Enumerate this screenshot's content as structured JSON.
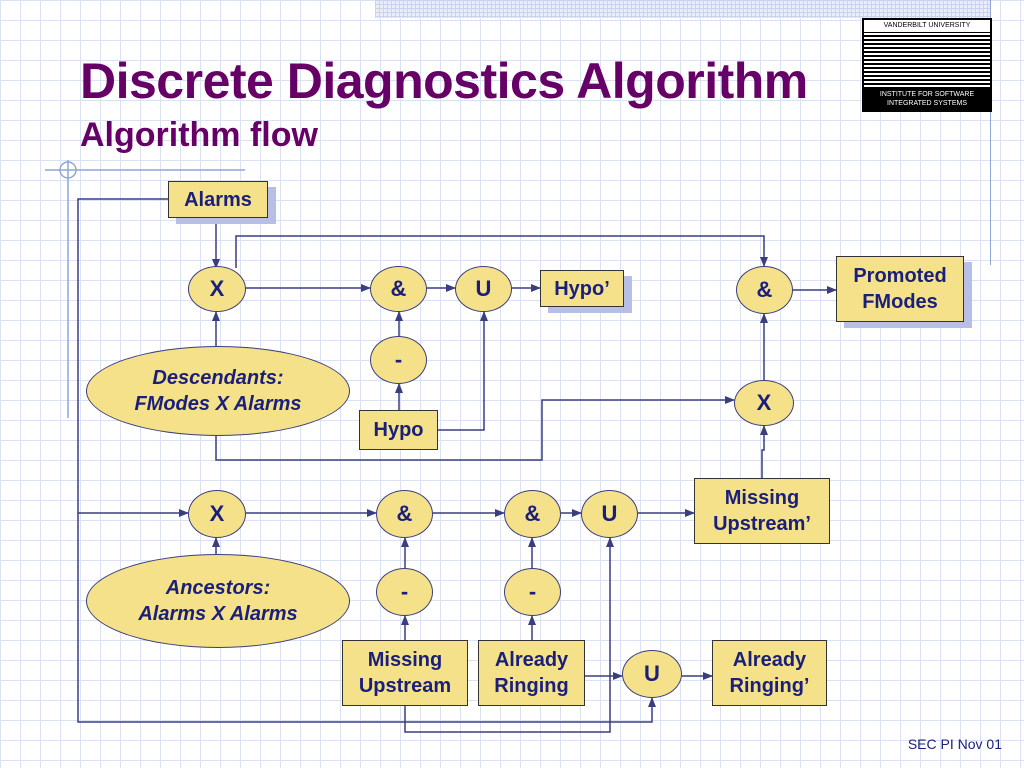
{
  "slide": {
    "title": "Discrete Diagnostics Algorithm",
    "subtitle": "Algorithm flow",
    "footer": "SEC PI  Nov 01"
  },
  "logo": {
    "top_text": "VANDERBILT UNIVERSITY",
    "bottom_line1": "INSTITUTE FOR SOFTWARE",
    "bottom_line2": "INTEGRATED SYSTEMS"
  },
  "nodes": {
    "alarms": "Alarms",
    "x_top": "X",
    "and_top": "&",
    "union_top": "U",
    "hypo_prime": "Hypo’",
    "minus_top": "-",
    "hypo": "Hypo",
    "descendants_line1": "Descendants:",
    "descendants_line2": "FModes X Alarms",
    "and_right": "&",
    "promoted_line1": "Promoted",
    "promoted_line2": "FModes",
    "x_right": "X",
    "missing_upstream_prime_line1": "Missing",
    "missing_upstream_prime_line2": "Upstream’",
    "x_mid": "X",
    "and_mid1": "&",
    "and_mid2": "&",
    "union_mid": "U",
    "minus_mid1": "-",
    "minus_mid2": "-",
    "ancestors_line1": "Ancestors:",
    "ancestors_line2": "Alarms X Alarms",
    "missing_upstream_line1": "Missing",
    "missing_upstream_line2": "Upstream",
    "already_ringing_line1": "Already",
    "already_ringing_line2": "Ringing",
    "union_bottom": "U",
    "already_ringing_prime_line1": "Already",
    "already_ringing_prime_line2": "Ringing’"
  },
  "colors": {
    "title": "#660066",
    "node_fill": "#f4e18a",
    "node_text": "#1a1f7a",
    "wire": "#3a3d80",
    "shadow": "#b7bfe6"
  }
}
